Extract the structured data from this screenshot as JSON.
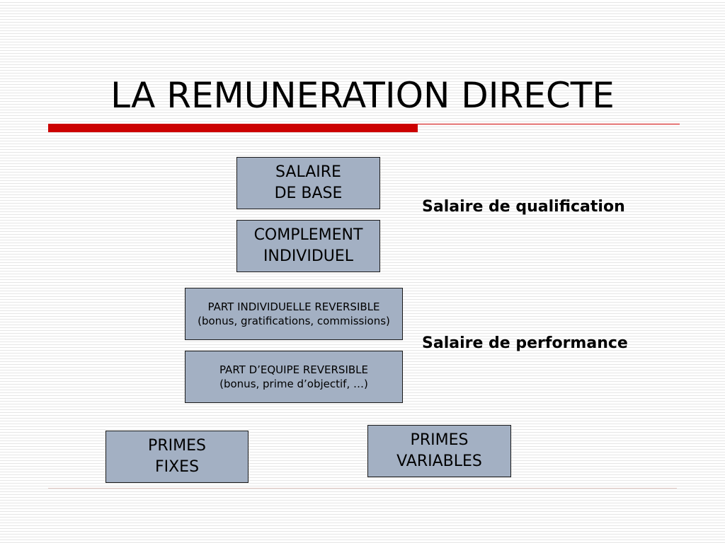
{
  "slide": {
    "title": "LA REMUNERATION DIRECTE"
  },
  "boxes": {
    "salaire_base": {
      "line1": "SALAIRE",
      "line2": "DE BASE"
    },
    "complement_individuel": {
      "line1": "COMPLEMENT",
      "line2": "INDIVIDUEL"
    },
    "part_individuelle": {
      "line1": "PART INDIVIDUELLE REVERSIBLE",
      "line2": "(bonus, gratifications, commissions)"
    },
    "part_equipe": {
      "line1": "PART D’EQUIPE REVERSIBLE",
      "line2": "(bonus, prime d’objectif, …)"
    },
    "primes_fixes": {
      "line1": "PRIMES",
      "line2": "FIXES"
    },
    "primes_variables": {
      "line1": "PRIMES",
      "line2": "VARIABLES"
    }
  },
  "labels": {
    "qualification": "Salaire de qualification",
    "performance": "Salaire de performance"
  },
  "colors": {
    "box_fill": "#a3b0c3",
    "accent_rule": "#cc0000",
    "text": "#000000"
  }
}
